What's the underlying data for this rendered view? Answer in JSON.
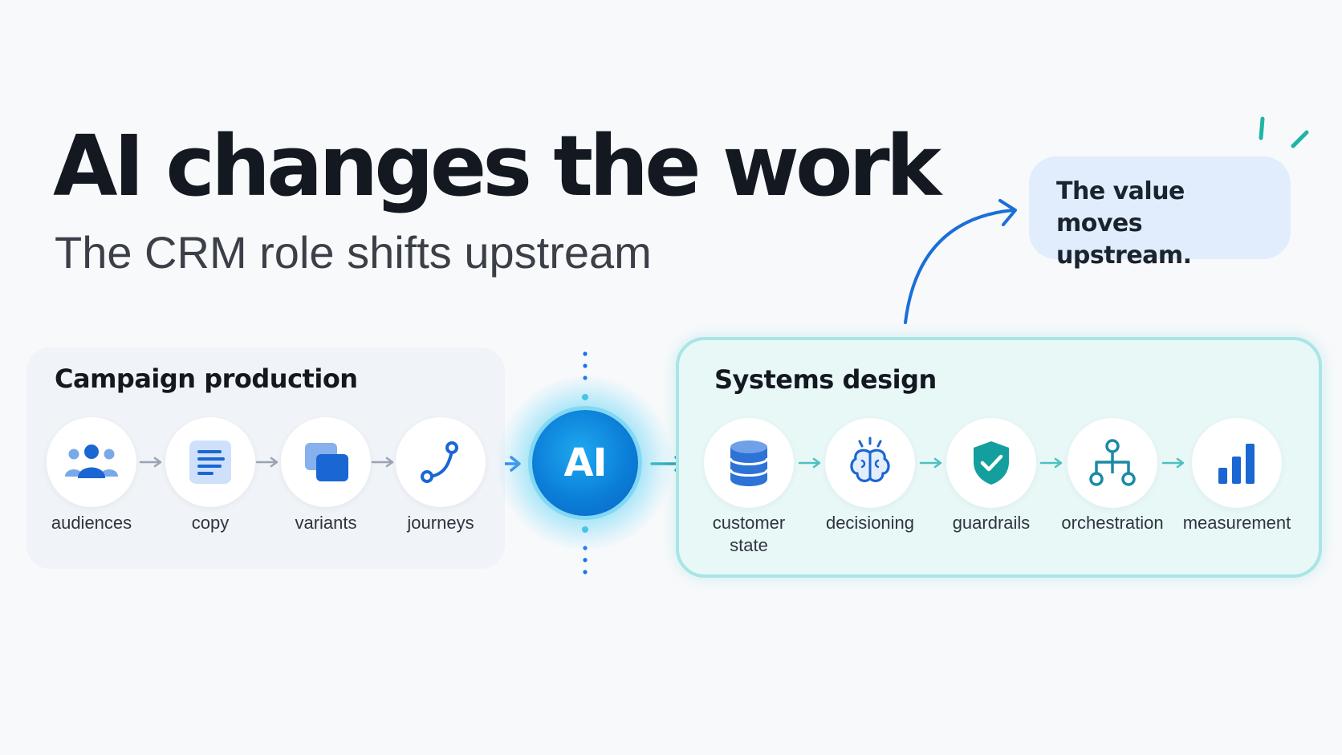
{
  "header": {
    "title": "AI changes the work",
    "subtitle": "The CRM role shifts upstream"
  },
  "callout": {
    "text_line1": "The value moves",
    "text_line2": "upstream."
  },
  "hub": {
    "label": "AI"
  },
  "campaign_production": {
    "title": "Campaign production",
    "steps": [
      {
        "label": "audiences",
        "icon": "people-icon"
      },
      {
        "label": "copy",
        "icon": "document-icon"
      },
      {
        "label": "variants",
        "icon": "stacked-cards-icon"
      },
      {
        "label": "journeys",
        "icon": "path-icon"
      }
    ]
  },
  "systems_design": {
    "title": "Systems design",
    "steps": [
      {
        "label_line1": "customer",
        "label_line2": "state",
        "icon": "database-icon"
      },
      {
        "label_line1": "decisioning",
        "label_line2": "",
        "icon": "brain-icon"
      },
      {
        "label_line1": "guardrails",
        "label_line2": "",
        "icon": "shield-check-icon"
      },
      {
        "label_line1": "orchestration",
        "label_line2": "",
        "icon": "hierarchy-icon"
      },
      {
        "label_line1": "measurement",
        "label_line2": "",
        "icon": "bar-chart-icon"
      }
    ]
  },
  "colors": {
    "blue_accent": "#1a73e8",
    "teal_accent": "#16a5a8",
    "ink": "#141821",
    "callout_bg": "#e1edfc",
    "systems_bg": "#e8f8f7",
    "systems_border": "#a8e5e6"
  }
}
